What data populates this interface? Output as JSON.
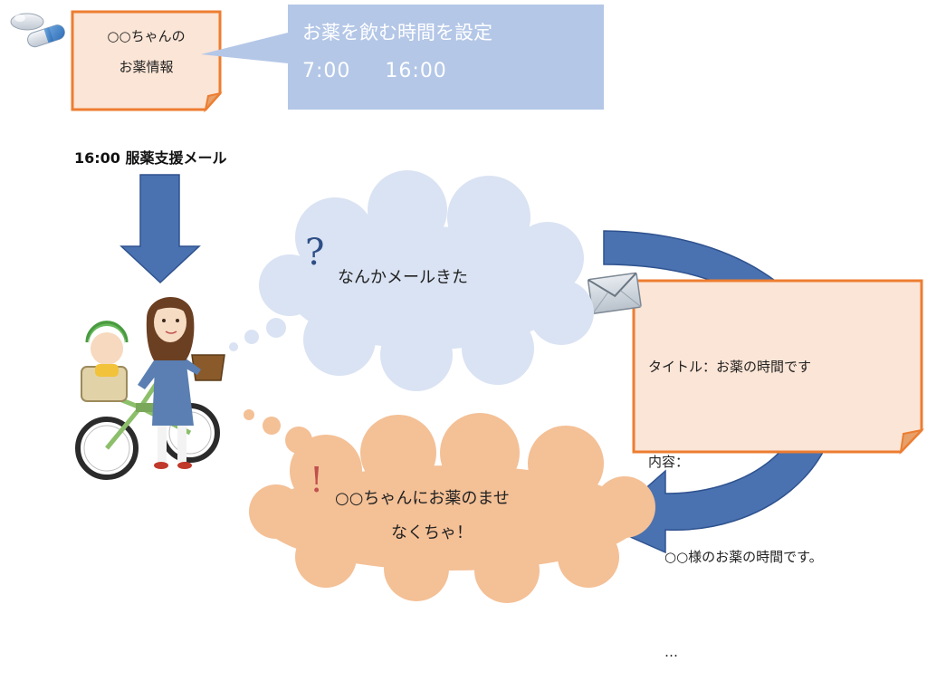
{
  "info_note": {
    "line1": "○○ちゃんの",
    "line2": "お薬情報"
  },
  "schedule": {
    "title": "お薬を飲む時間を設定",
    "time1": "7:00",
    "time2": "16:00"
  },
  "mail_heading": "16:00 服薬支援メール",
  "thought_top": {
    "mark": "?",
    "text": "なんかメールきた"
  },
  "email": {
    "title_line": "タイトル：お薬の時間です",
    "body_label": "内容：",
    "body_line": "○○様のお薬の時間です。",
    "ellipsis": "…"
  },
  "thought_bottom": {
    "mark": "!",
    "line1": "○○ちゃんにお薬のませ",
    "line2": "なくちゃ！"
  },
  "icons": [
    "pills-icon",
    "envelope-icon",
    "arrow-down-icon",
    "curved-arrow-icon",
    "mother-bicycle-illustration"
  ],
  "colors": {
    "note_fill": "#fbe5d6",
    "note_border": "#ed7d31",
    "schedule_fill": "#b4c7e7",
    "arrow_blue": "#4a72b0",
    "thought_blue": "#dae3f3",
    "thought_orange": "#f4c096",
    "question_mark": "#2e4f86",
    "exclaim_mark": "#c0504d"
  }
}
